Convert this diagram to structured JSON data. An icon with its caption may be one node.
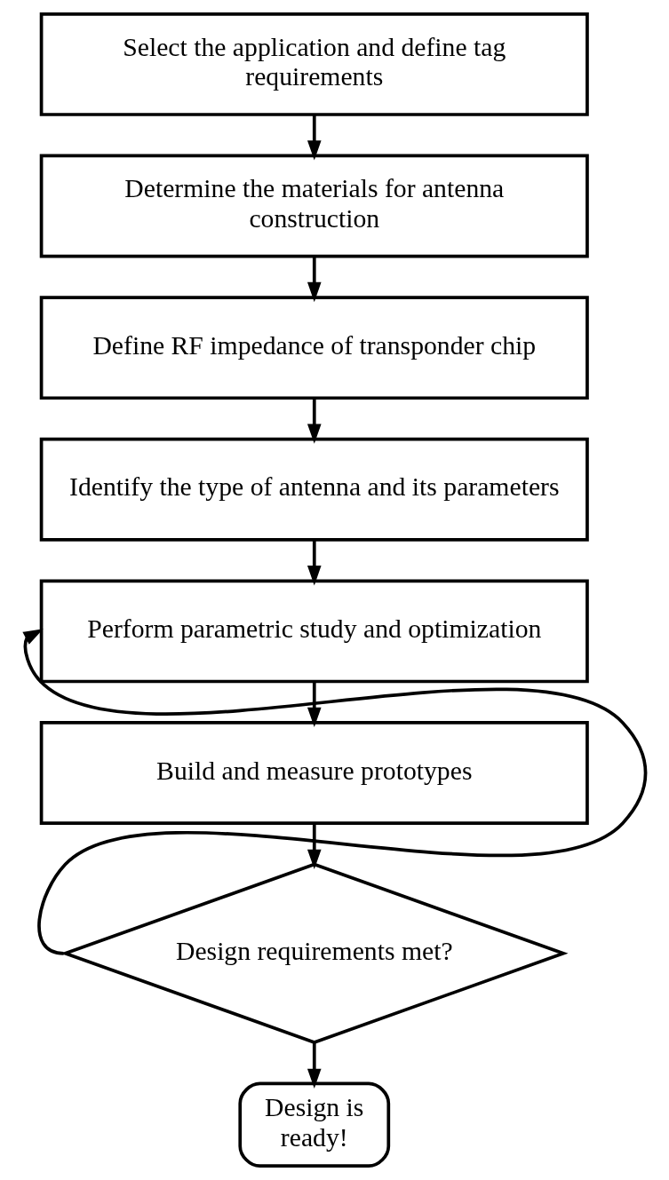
{
  "diagram": {
    "nodes": [
      {
        "text": [
          "Select the application and define tag requirements"
        ]
      },
      {
        "text": [
          "Determine the materials for antenna construction"
        ]
      },
      {
        "text": [
          "Define RF impedance of transponder chip"
        ]
      },
      {
        "text": [
          "Identify the type of antenna and its parameters"
        ]
      },
      {
        "text": [
          "Perform parametric study and optimization"
        ]
      },
      {
        "text": [
          "Build and measure prototypes"
        ]
      },
      {
        "text": [
          "Design requirements met?"
        ]
      },
      {
        "text": [
          "Design is ready!"
        ]
      }
    ],
    "edges": [
      {
        "from": 0,
        "to": 1,
        "arrow": "to"
      },
      {
        "from": 1,
        "to": 2,
        "arrow": "to"
      },
      {
        "from": 2,
        "to": 3,
        "arrow": "to"
      },
      {
        "from": 3,
        "to": 4,
        "arrow": "to"
      },
      {
        "from": 4,
        "to": 5,
        "arrow": "to"
      },
      {
        "from": 5,
        "to": 6,
        "arrow": "to"
      },
      {
        "from": 6,
        "to": 4,
        "arrow": "to"
      },
      {
        "from": 6,
        "to": 7,
        "arrow": "to"
      }
    ]
  }
}
